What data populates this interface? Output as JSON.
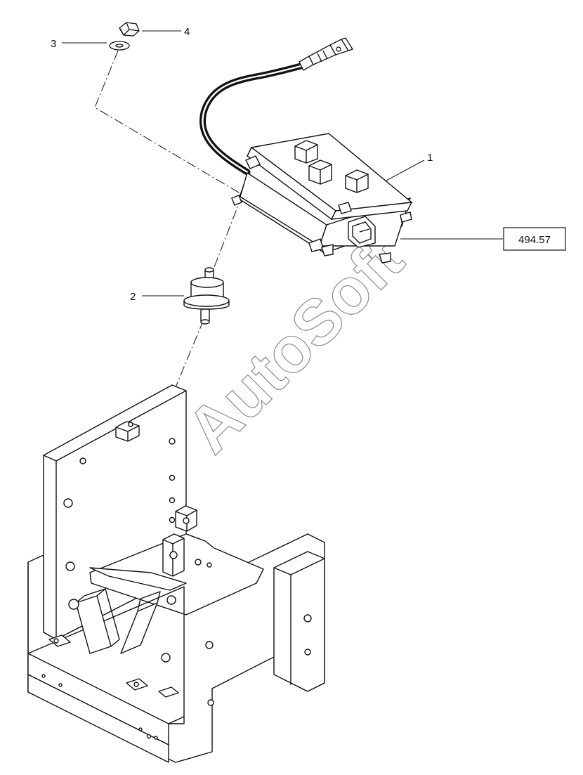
{
  "callouts": {
    "c1": "1",
    "c2": "2",
    "c3": "3",
    "c4": "4"
  },
  "reference": "494.57",
  "watermark": "AutoSoft",
  "colors": {
    "line": "#111111",
    "watermark_outline": "#8a8a8a",
    "background": "#ffffff"
  }
}
